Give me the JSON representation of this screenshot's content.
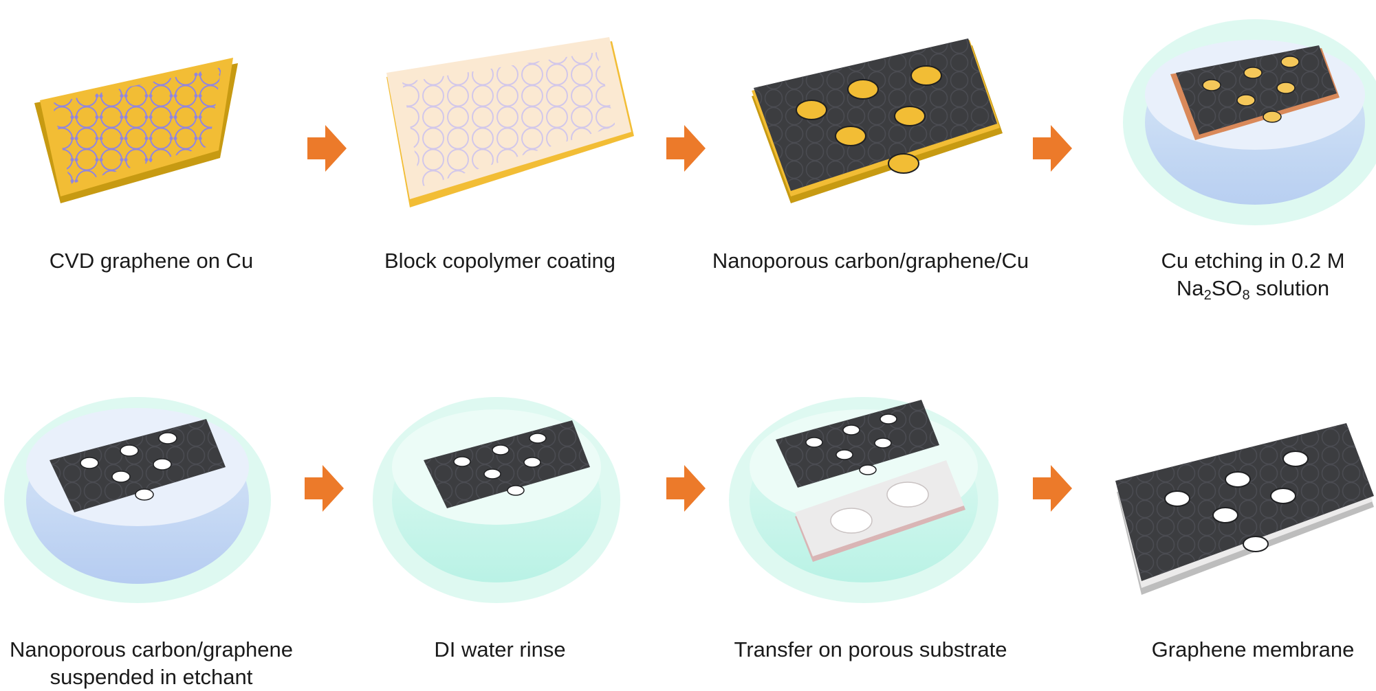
{
  "steps": [
    {
      "caption": "CVD graphene on Cu"
    },
    {
      "caption": "Block copolymer coating"
    },
    {
      "caption": "Nanoporous carbon/graphene/Cu"
    },
    {
      "caption_line1": "Cu etching in 0.2 M",
      "formula": {
        "a": "Na",
        "a_sub": "2",
        "b": "SO",
        "b_sub": "8"
      },
      "caption_tail": " solution"
    },
    {
      "caption_line1": "Nanoporous carbon/graphene",
      "caption_line2": "suspended in etchant"
    },
    {
      "caption": "DI water rinse"
    },
    {
      "caption": "Transfer on porous substrate"
    },
    {
      "caption": "Graphene membrane"
    }
  ],
  "colors": {
    "copper": "#f2bd35",
    "copper_side": "#c79a12",
    "polymer": "#fbe9d2",
    "carbon": "#3c3d40",
    "lattice": "#8d83e6",
    "arrow": "#ec7a2a",
    "water": "#b8f3e4",
    "substrate": "#ecebeb"
  }
}
